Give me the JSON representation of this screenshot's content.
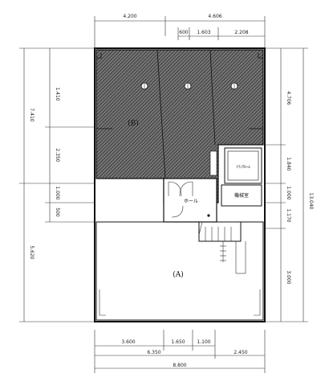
{
  "plan": {
    "top_dims": {
      "row1": [
        "4.200",
        "4.606"
      ],
      "row2": [
        "600",
        "1.603",
        "2.208"
      ]
    },
    "left_dims": {
      "outer": [
        "7.410",
        "5.620"
      ],
      "inner": [
        "1.410",
        "2.350",
        "1.000",
        "500"
      ]
    },
    "right_dims": {
      "outer": "13.040",
      "inner": [
        "4.706",
        "1.840",
        "1.000",
        "1.170",
        "3.000"
      ]
    },
    "bottom_dims": {
      "row1": [
        "3.600",
        "1.650",
        "1.100"
      ],
      "row2": [
        "6.350",
        "2.450"
      ],
      "row3": "8.800"
    },
    "rooms": {
      "b_label": "(B)",
      "a_label": "(A)",
      "hall": "ホール",
      "machine": "機械室",
      "elevator": "ﾄﾗﾝｸﾙｰﾑ"
    }
  }
}
